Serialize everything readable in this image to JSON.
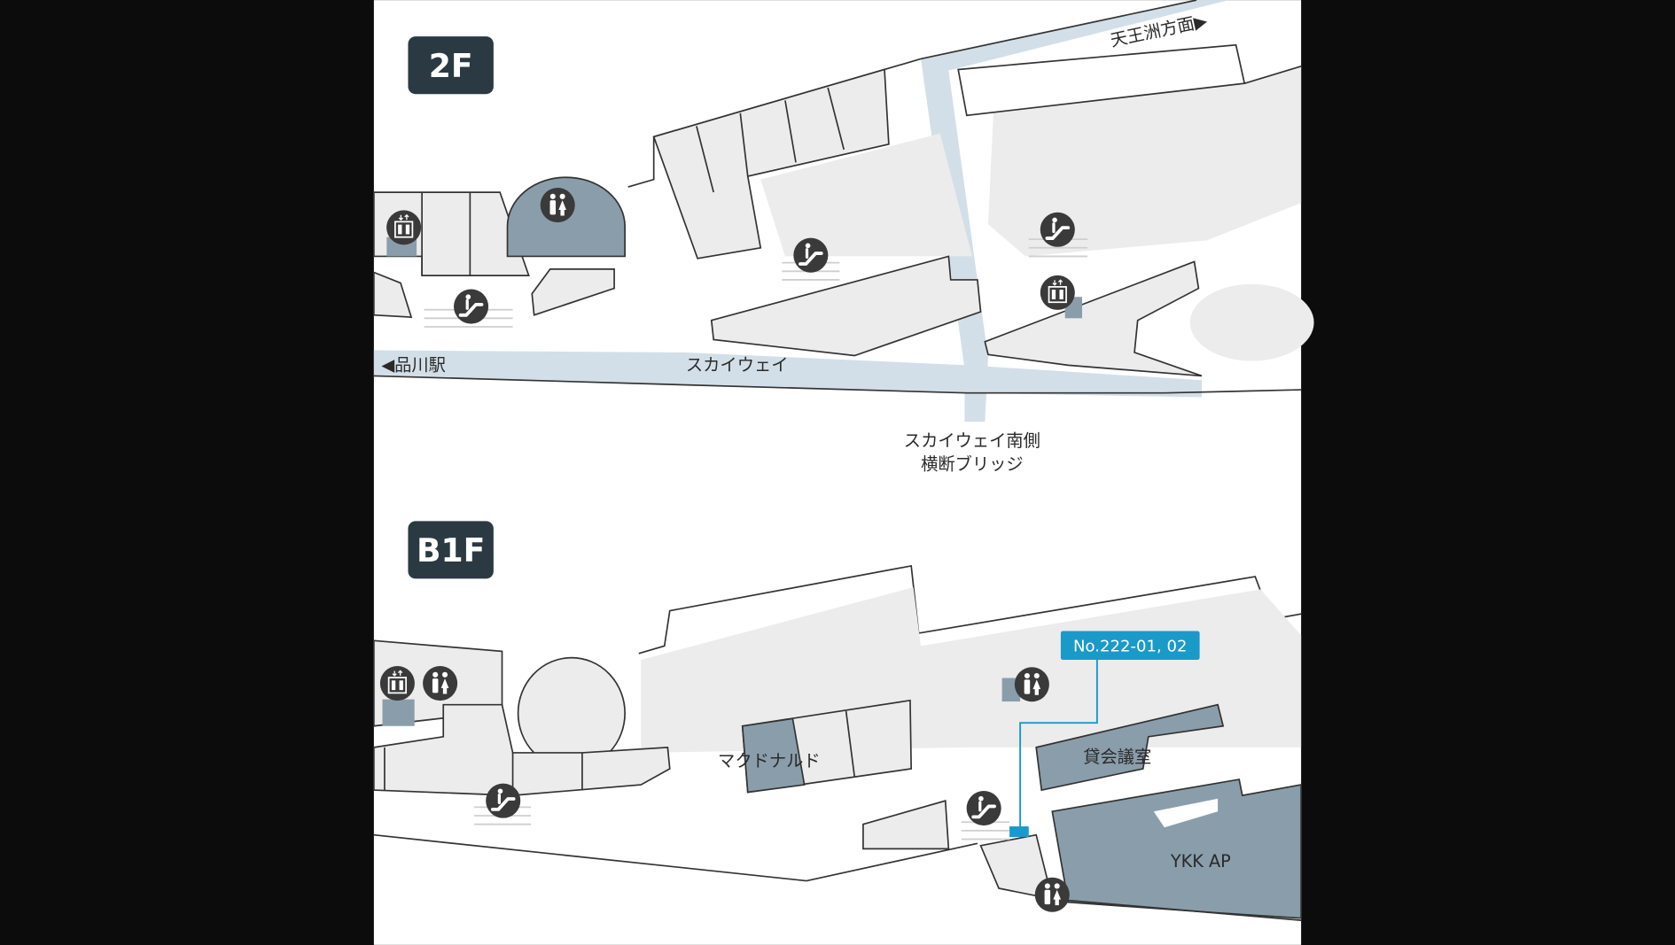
{
  "colors": {
    "background": "#0c0c0c",
    "map": "#ffffff",
    "area": "#ececec",
    "walkway": "#d3dfe8",
    "highlight_area": "#8a9dab",
    "icon": "#3a3a3a",
    "floor_badge": "#2b3a42",
    "callout": "#1a9ac9"
  },
  "floors": [
    {
      "label": "2F",
      "labels": {
        "shinagawa": "◀品川駅",
        "skyway": "スカイウェイ",
        "bridge_line1": "スカイウェイ南側",
        "bridge_line2": "横断ブリッジ",
        "tennozu": "天王洲方面▶"
      },
      "icons": [
        "elevator-icon",
        "restroom-icon",
        "escalator-icon",
        "escalator-icon",
        "escalator-icon",
        "elevator-icon"
      ]
    },
    {
      "label": "B1F",
      "labels": {
        "mcdonalds": "マクドナルド",
        "rental_room": "貸会議室",
        "ykk": "YKK AP"
      },
      "callout": "No.222-01, 02",
      "icons": [
        "elevator-icon",
        "restroom-icon",
        "restroom-icon",
        "escalator-icon",
        "escalator-icon",
        "restroom-icon"
      ]
    }
  ]
}
